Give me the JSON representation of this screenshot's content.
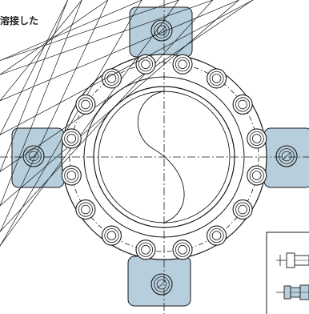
{
  "caption": "溶接した",
  "colors": {
    "lug_fill": "#b7cfdc",
    "line": "#1a1a1a",
    "background": "#ffffff"
  },
  "drawing": {
    "bolt_count": 16,
    "lug_count": 4,
    "center_symbol": "s-curve",
    "inset_panel": "bolt-fastener-detail"
  }
}
